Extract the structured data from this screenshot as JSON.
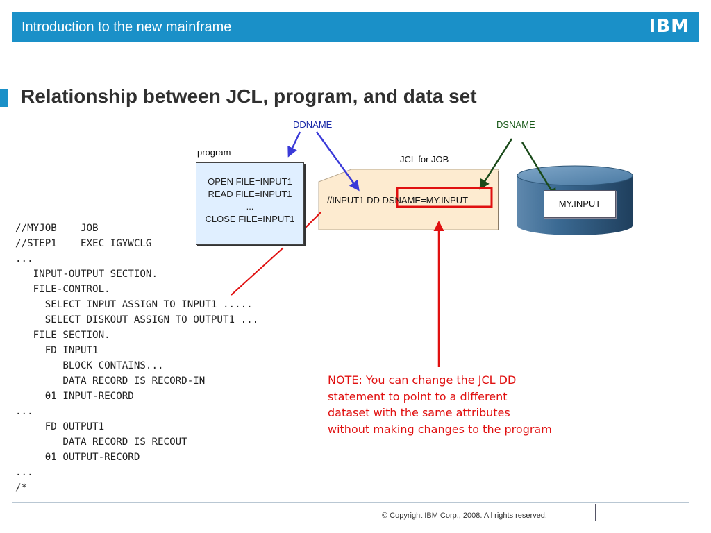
{
  "header": {
    "title": "Introduction to the new mainframe",
    "logo_text": "IBM"
  },
  "slide": {
    "title": "Relationship between JCL, program, and data set"
  },
  "labels": {
    "ddname": "DDNAME",
    "dsname": "DSNAME",
    "program": "program",
    "jcl_for_job": "JCL for JOB"
  },
  "program_box": {
    "lines": [
      "OPEN FILE=INPUT1",
      "READ FILE=INPUT1",
      "...",
      "CLOSE FILE=INPUT1"
    ]
  },
  "jcl_card": {
    "text": "//INPUT1  DD  DSNAME=MY.INPUT"
  },
  "dataset": {
    "name": "MY.INPUT"
  },
  "cobol_listing": "//MYJOB    JOB\n//STEP1    EXEC IGYWCLG\n...\n   INPUT-OUTPUT SECTION.\n   FILE-CONTROL.\n     SELECT INPUT ASSIGN TO INPUT1 .....\n     SELECT DISKOUT ASSIGN TO OUTPUT1 ...\n   FILE SECTION.\n     FD INPUT1\n        BLOCK CONTAINS...\n        DATA RECORD IS RECORD-IN\n     01 INPUT-RECORD\n...\n     FD OUTPUT1\n        DATA RECORD IS RECOUT\n     01 OUTPUT-RECORD\n...\n/*",
  "note": "NOTE: You can change the JCL DD\nstatement to point to a different\ndataset with the same attributes\nwithout making changes to the program",
  "footer": {
    "copyright": "© Copyright IBM Corp., 2008. All rights reserved."
  },
  "colors": {
    "header_blue": "#1a90c8",
    "ddname_arrow": "#3a3ad8",
    "dsname_arrow": "#1a4a1a",
    "highlight_red": "#e01010",
    "program_fill": "#e0efff",
    "jcl_card_fill": "#fdebd0",
    "dataset_fill": "#2d5576"
  }
}
